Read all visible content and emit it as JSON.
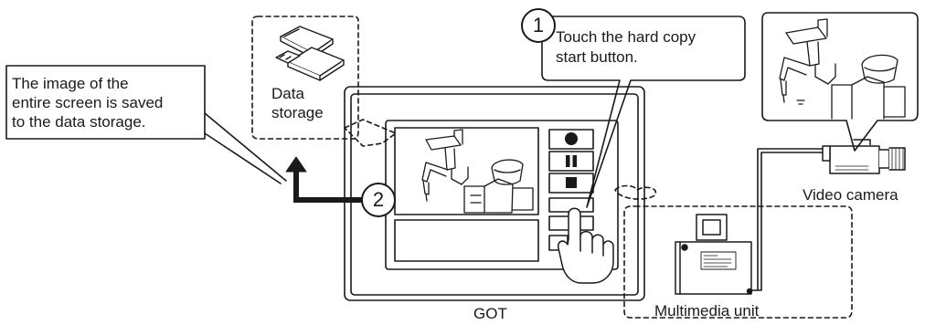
{
  "labels": {
    "saved_note": "The image of the\nentire screen is saved\nto the data storage.",
    "data_storage": "Data\nstorage",
    "step1_text": "Touch the hard copy\nstart button.",
    "step1_number": "1",
    "step2_number": "2",
    "got": "GOT",
    "video_camera": "Video camera",
    "multimedia_unit": "Multimedia unit"
  },
  "icons": [
    "sd-card-icon",
    "usb-drive-icon",
    "robot-arm-icon",
    "hand-pointer-icon",
    "video-camera-icon",
    "multimedia-unit-icon",
    "record-icon",
    "pause-icon",
    "stop-icon"
  ],
  "colors": {
    "line": "#1a1a1a",
    "background": "#ffffff"
  }
}
